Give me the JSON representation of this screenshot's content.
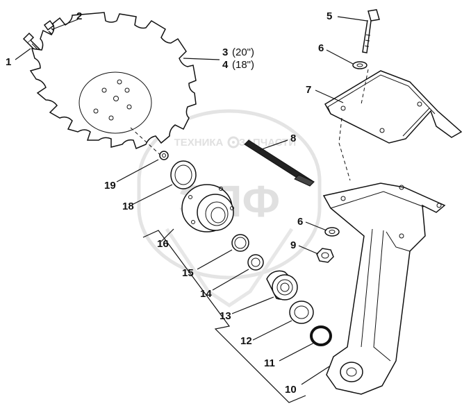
{
  "diagram": {
    "watermark": {
      "brand": "ЭПФ",
      "left_word": "ТЕХНИКА",
      "right_word": "ЗАПЧАСТИ"
    },
    "callouts": [
      {
        "id": "c1",
        "number": "1"
      },
      {
        "id": "c2",
        "number": "2"
      },
      {
        "id": "c3",
        "number": "3",
        "note": "(20\")"
      },
      {
        "id": "c4",
        "number": "4",
        "note": "(18\")"
      },
      {
        "id": "c5",
        "number": "5"
      },
      {
        "id": "c6a",
        "number": "6"
      },
      {
        "id": "c7",
        "number": "7"
      },
      {
        "id": "c8",
        "number": "8"
      },
      {
        "id": "c6b",
        "number": "6"
      },
      {
        "id": "c9",
        "number": "9"
      },
      {
        "id": "c10",
        "number": "10"
      },
      {
        "id": "c11",
        "number": "11"
      },
      {
        "id": "c12",
        "number": "12"
      },
      {
        "id": "c13",
        "number": "13"
      },
      {
        "id": "c14",
        "number": "14"
      },
      {
        "id": "c15",
        "number": "15"
      },
      {
        "id": "c16",
        "number": "16"
      },
      {
        "id": "c18",
        "number": "18"
      },
      {
        "id": "c19",
        "number": "19"
      }
    ]
  }
}
